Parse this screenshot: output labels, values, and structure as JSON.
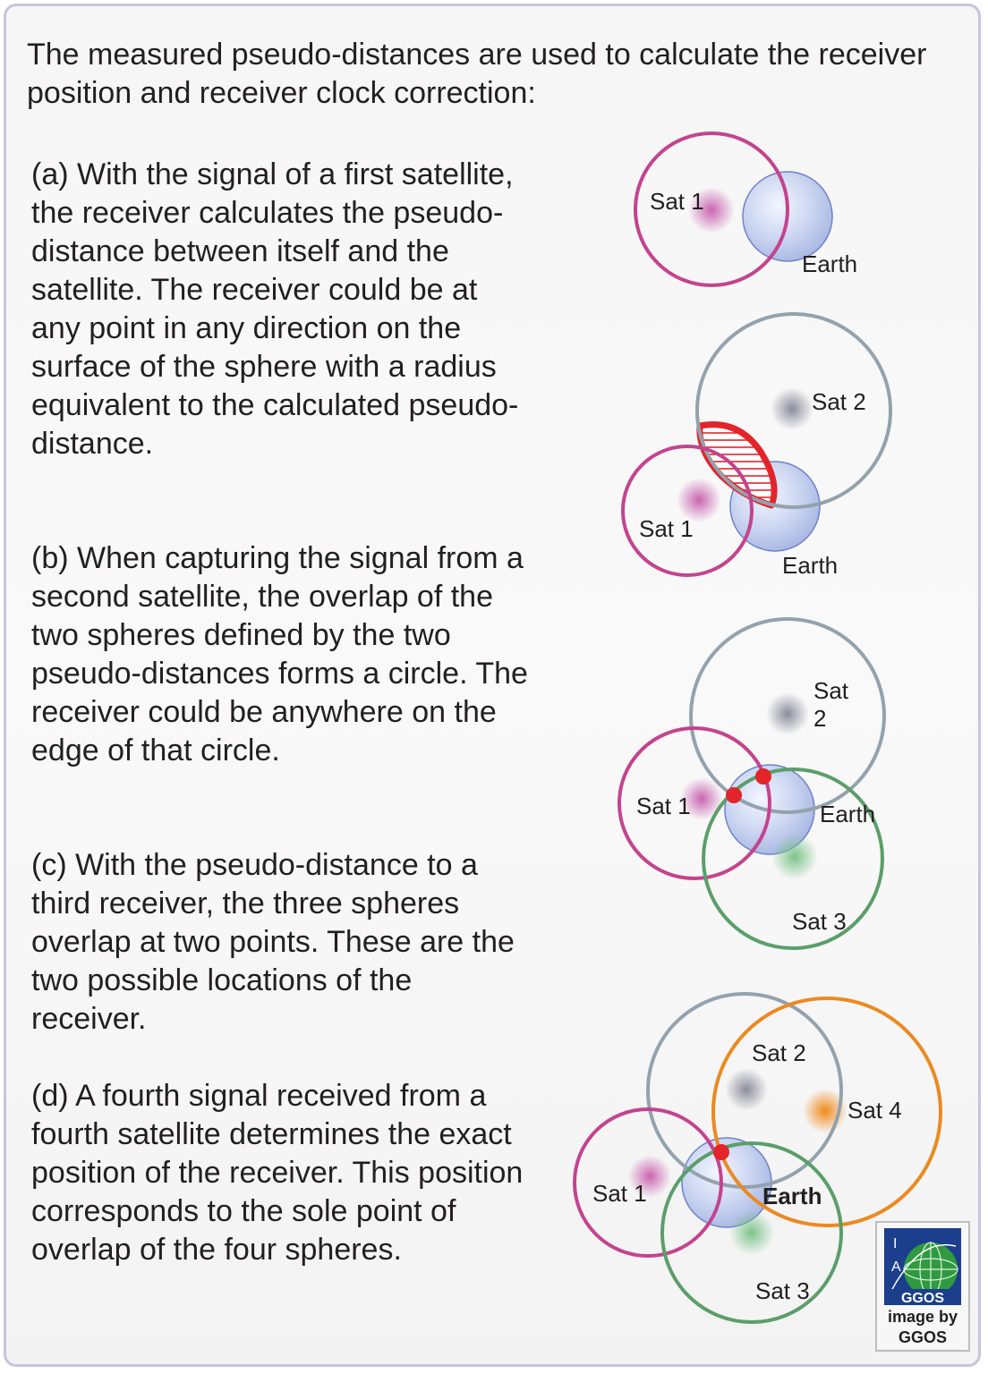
{
  "intro": "The measured pseudo-distances are used to calculate the receiver position and receiver clock correction:",
  "steps": [
    {
      "text": "(a) With the signal of a first satellite, the receiver calculates the pseudo-distance between itself and the satellite. The receiver could be at any point in any direction on the surface of the sphere with a radius equivalent to the calculated pseudo-distance."
    },
    {
      "text": "(b) When capturing the signal from a second satellite, the overlap of the two spheres defined by the two pseudo-distances forms a circle. The receiver could be anywhere on the edge of that circle."
    },
    {
      "text": "(c) With the pseudo-distance to a third receiver, the three spheres overlap at two points. These are the two possible locations of the receiver."
    },
    {
      "text": "(d) A fourth signal received from a fourth satellite determines the exact position of the receiver. This position corresponds to the sole point of overlap of the four spheres."
    }
  ],
  "labels": {
    "sat1": "Sat 1",
    "sat2": "Sat 2",
    "sat2_line1": "Sat",
    "sat2_line2": "2",
    "sat3": "Sat 3",
    "sat4": "Sat 4",
    "earth": "Earth"
  },
  "colors": {
    "sat1": "#c4438e",
    "sat2": "#93a2ad",
    "sat3": "#5b9e69",
    "sat4": "#ea8a22",
    "earth": "#c5d0ee",
    "intersection": "#e3242b",
    "frame": "#c9c3dc"
  },
  "logo": {
    "emblem_text": [
      "I",
      "A",
      "GGOS"
    ],
    "caption_line1": "image by",
    "caption_line2": "GGOS"
  }
}
